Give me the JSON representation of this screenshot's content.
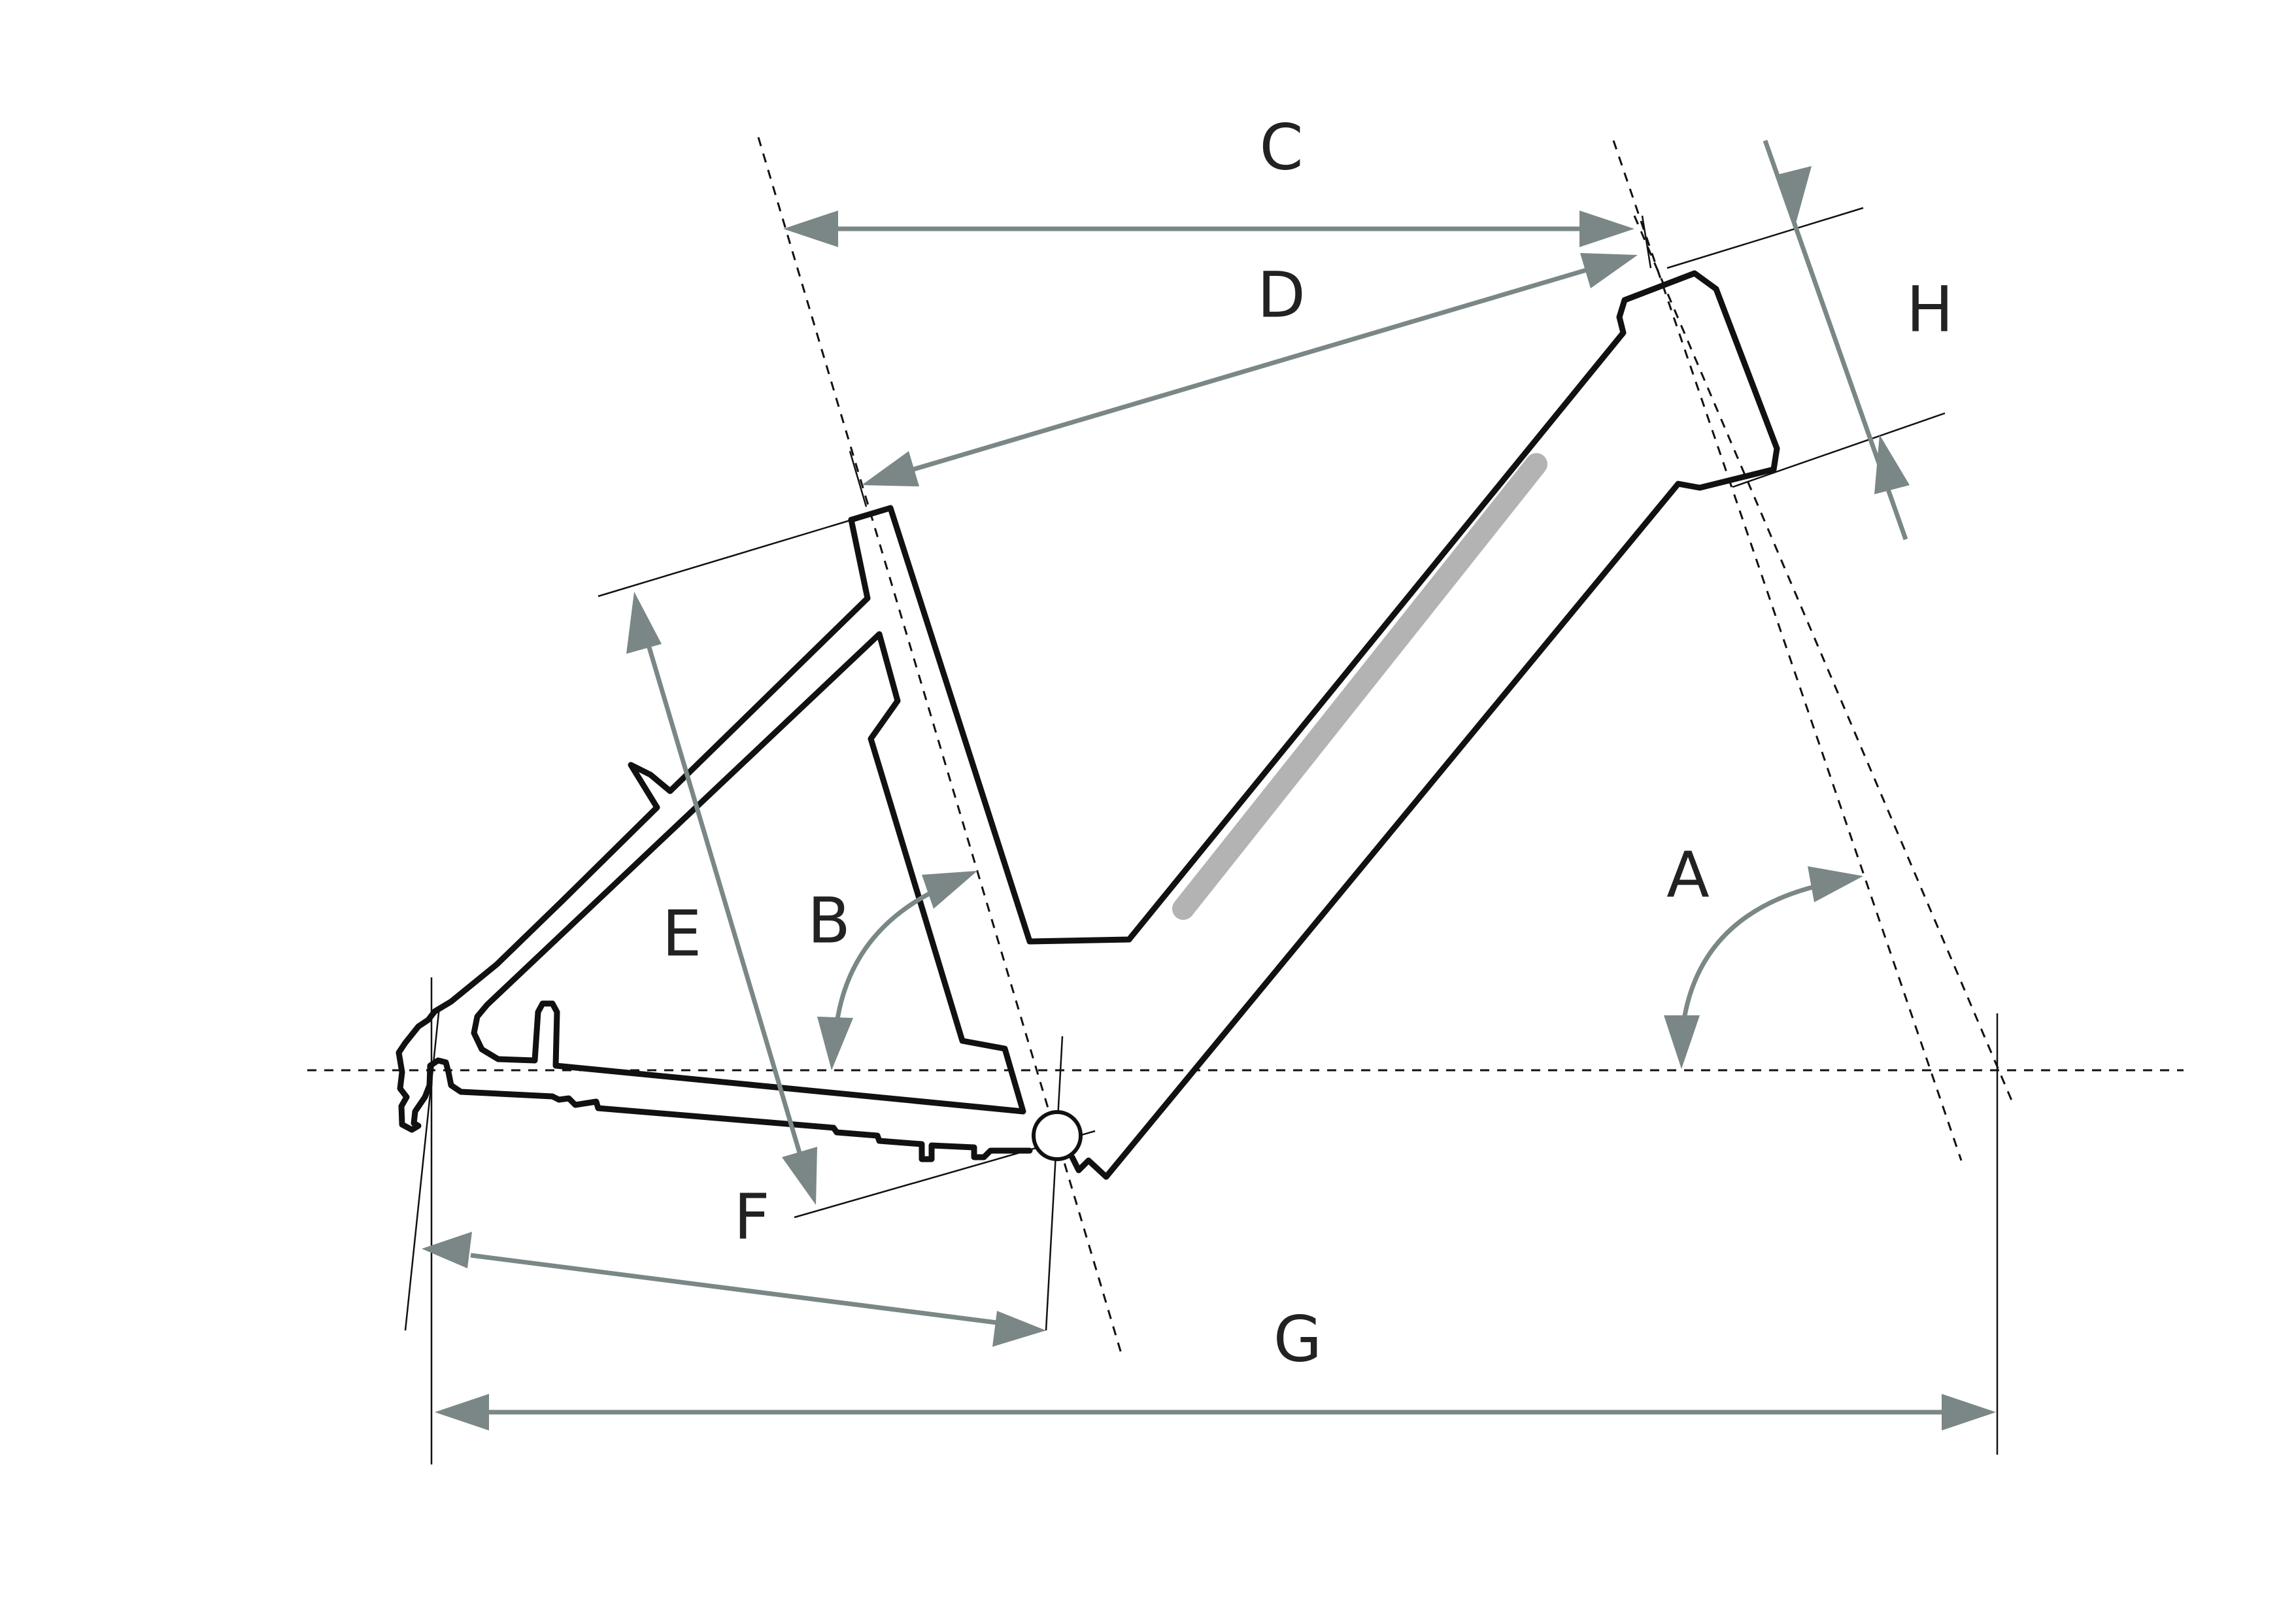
{
  "labels": {
    "A": "A",
    "B": "B",
    "C": "C",
    "D": "D",
    "E": "E",
    "F": "F",
    "G": "G",
    "H": "H"
  },
  "colors": {
    "frame": "#111111",
    "dimension": "#7a8786",
    "battery_shadow": "#b3b3b3",
    "background": "#ffffff",
    "label_text": "#222222"
  }
}
